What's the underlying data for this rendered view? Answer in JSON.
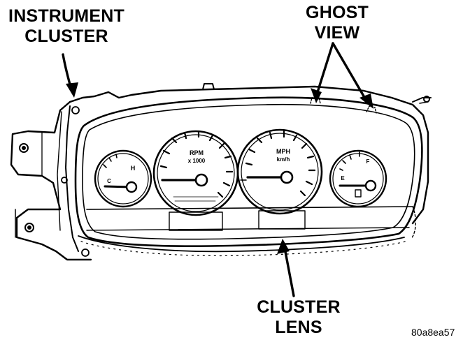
{
  "labels": {
    "instrument_cluster": [
      "INSTRUMENT",
      "CLUSTER"
    ],
    "ghost_view": [
      "GHOST",
      "VIEW"
    ],
    "cluster_lens": [
      "CLUSTER",
      "LENS"
    ]
  },
  "gauges": {
    "tachometer": {
      "line1": "RPM",
      "line2": "x 1000"
    },
    "speedometer": {
      "line1": "MPH",
      "line2": "km/h"
    },
    "temperature": {
      "hot": "H",
      "cold": "C"
    },
    "fuel": {
      "full": "F",
      "empty": "E"
    }
  },
  "figure_id": "80a8ea57"
}
